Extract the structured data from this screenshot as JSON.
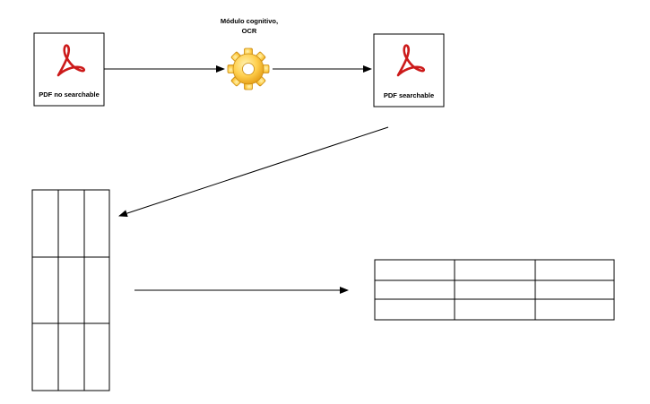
{
  "nodes": {
    "pdf_input": {
      "label": "PDF no searchable",
      "icon": "adobe-pdf-icon"
    },
    "ocr_module": {
      "label_line1": "Módulo cognitivo,",
      "label_line2": "OCR",
      "icon": "gear-icon"
    },
    "pdf_output": {
      "label": "PDF searchable",
      "icon": "adobe-pdf-icon"
    },
    "vertical_table": {
      "rows": 3,
      "columns": 3
    },
    "horizontal_table": {
      "rows": 3,
      "columns": 3
    }
  },
  "colors": {
    "pdf_red": "#cc1a1a",
    "gear_light": "#ffd76a",
    "gear_dark": "#e8a318",
    "line": "#000000"
  }
}
